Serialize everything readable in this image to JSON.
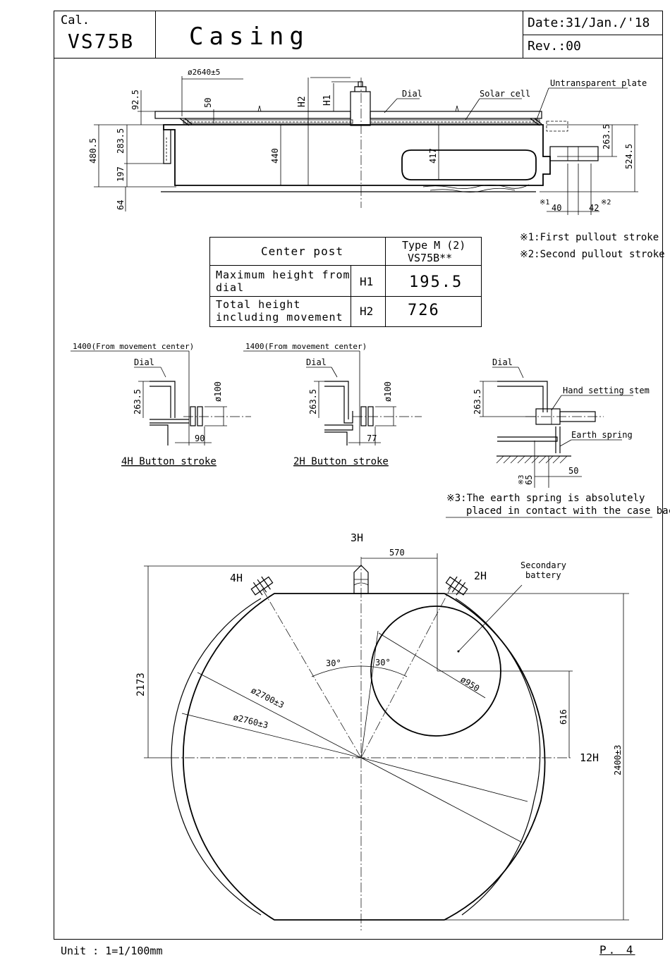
{
  "title_block": {
    "cal_label": "Cal.",
    "cal_value": "VS75B",
    "title": "Casing",
    "date": "Date:31/Jan./'18",
    "rev": "Rev.:00"
  },
  "side_view": {
    "dims": {
      "d2640": "ø2640±5",
      "h925": "92.5",
      "h50": "50",
      "h_h2": "H2",
      "h_h1": "H1",
      "h4805": "480.5",
      "h2835": "283.5",
      "h197": "197",
      "h64": "64",
      "h440": "440",
      "h417": "417",
      "h2635": "263.5",
      "h5245": "524.5",
      "w40": "40",
      "w42": "42",
      "m1": "※1",
      "m2": "※2"
    },
    "labels": {
      "dial": "Dial",
      "solar_cell": "Solar cell",
      "untransparent": "Untransparent plate"
    }
  },
  "notes": {
    "n1": "※1:First pullout stroke",
    "n2": "※2:Second pullout stroke",
    "n3a": "※3:The earth spring is absolutely",
    "n3b": "placed in contact with the case back."
  },
  "table": {
    "header_left": "Center post",
    "header_right_1": "Type M (2)",
    "header_right_2": "VS75B**",
    "rows": [
      {
        "label_1": "Maximum height from",
        "label_2": "dial",
        "code": "H1",
        "value": "195.5"
      },
      {
        "label_1": "Total height",
        "label_2": "including movement",
        "code": "H2",
        "value": "726"
      }
    ]
  },
  "details": {
    "from_center_1": "1400(From movement center)",
    "from_center_2": "1400(From movement center)",
    "dial_1": "Dial",
    "dial_2": "Dial",
    "dial_3": "Dial",
    "h2635_a": "263.5",
    "h2635_b": "263.5",
    "h2635_c": "263.5",
    "d100_a": "ø100",
    "d100_b": "ø100",
    "w90": "90",
    "w77": "77",
    "w50": "50",
    "h65": "65",
    "m3": "※3",
    "cap_4h": "4H Button stroke",
    "cap_2h": "2H Button stroke",
    "hand_stem": "Hand setting stem",
    "earth_spring": "Earth spring"
  },
  "top_view": {
    "h3": "3H",
    "h4": "4H",
    "h2": "2H",
    "h12": "12H",
    "d570": "570",
    "secondary_1": "Secondary",
    "secondary_2": "battery",
    "a30a": "30°",
    "a30b": "30°",
    "d950": "ø950",
    "d2700": "ø2700±3",
    "d2760": "ø2760±3",
    "h616": "616",
    "h2173": "2173",
    "h2400": "2400±3"
  },
  "footer": {
    "unit": "Unit : 1=1/100mm",
    "page": "P. 4"
  }
}
